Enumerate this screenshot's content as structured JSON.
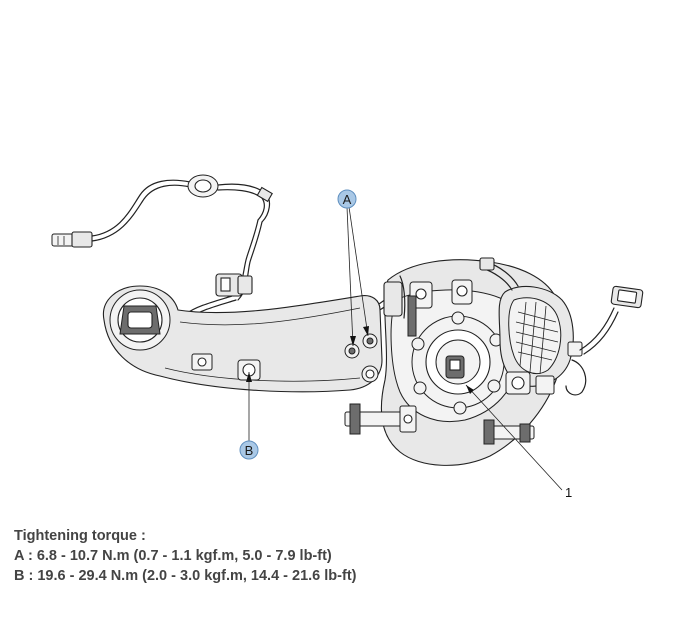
{
  "callouts": {
    "a": "A",
    "b": "B",
    "n1": "1"
  },
  "torque": {
    "heading": "Tightening torque :",
    "line_a": "A : 6.8 - 10.7 N.m (0.7 - 1.1 kgf.m, 5.0 - 7.9 lb-ft)",
    "line_b": "B : 19.6 - 29.4 N.m (2.0 - 3.0 kgf.m, 14.4 - 21.6 lb-ft)"
  },
  "colors": {
    "callout_fill": "#a9c8e6",
    "text": "#444444"
  }
}
